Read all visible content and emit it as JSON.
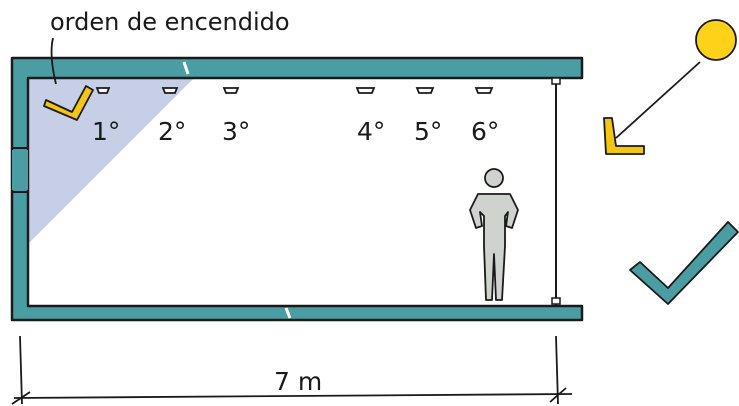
{
  "annotation": {
    "text": "orden de encendido"
  },
  "luminaires": [
    {
      "label": "1°"
    },
    {
      "label": "2°"
    },
    {
      "label": "3°"
    },
    {
      "label": "4°"
    },
    {
      "label": "5°"
    },
    {
      "label": "6°"
    }
  ],
  "dimension": {
    "text": "7 m"
  },
  "colors": {
    "wall": "#4a9ea3",
    "wall_outline": "#1a1a1a",
    "daylight_zone": "#c6cfe6",
    "sun": "#ffd21a",
    "arrow": "#f2c611",
    "check": "#4a9ea3",
    "person": "#cfd3cd"
  },
  "icons": {
    "sun": "sun-icon",
    "daylight_arrow": "sunlight-arrow-icon",
    "check": "checkmark-icon",
    "person": "person-icon"
  }
}
